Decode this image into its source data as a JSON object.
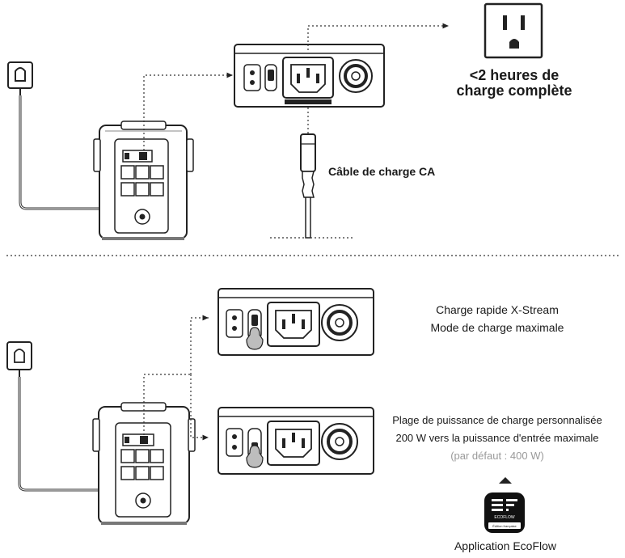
{
  "top_section": {
    "charge_time_line1": "<2 heures de",
    "charge_time_line2": "charge complète",
    "cable_label": "Câble de charge CA"
  },
  "bottom_section": {
    "xstream_line1": "Charge rapide X-Stream",
    "xstream_line2": "Mode de charge maximale",
    "custom_line1": "Plage de puissance de charge personnalisée",
    "custom_line2": "200 W vers la puissance d'entrée maximale",
    "custom_default": "(par défaut : 400 W)",
    "app_logo_text": "ECOFLOW",
    "app_logo_sub": "Édition française",
    "app_label": "Application EcoFlow"
  }
}
